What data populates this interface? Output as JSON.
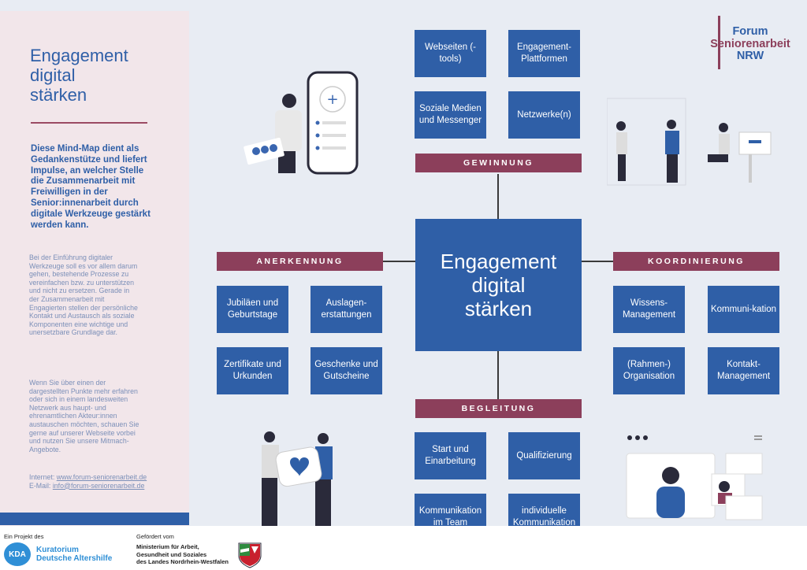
{
  "sidebar": {
    "title_line1": "Engagement",
    "title_line2": "digital",
    "title_line3": "stärken",
    "intro_bold": "Diese Mind-Map dient als Gedankenstütze und liefert Impulse, an welcher Stelle die Zusammenarbeit mit Freiwilligen in der Senior:innenarbeit durch digitale Werkzeuge gestärkt werden kann.",
    "paragraph1": "Bei der Einführung digitaler Werkzeuge soll es vor allem darum gehen, bestehende Prozesse zu vereinfachen bzw. zu unterstützen und nicht zu ersetzen. Gerade in der Zusammenarbeit mit Engagierten stellen der persönliche Kontakt und Austausch als soziale Komponenten eine wichtige und unersetzbare Grundlage dar.",
    "paragraph2": "Wenn Sie über einen der dargestellten Punkte mehr erfahren oder sich in einem landesweiten Netzwerk aus haupt- und ehrenamtlichen Akteur:innen austauschen möchten, schauen Sie gerne auf unserer Webseite vorbei und nutzen Sie unsere Mitmach-Angebote.",
    "internet_label": "Internet: ",
    "internet_link": "www.forum-seniorenarbeit.de",
    "email_label": "E-Mail: ",
    "email_link": "info@forum-seniorenarbeit.de"
  },
  "center": {
    "line1": "Engagement",
    "line2": "digital",
    "line3": "stärken"
  },
  "logo": {
    "line1": "Forum",
    "line2": "Seniorenarbeit",
    "line3": "NRW"
  },
  "gewinnung": {
    "label": "GEWINNUNG",
    "items": [
      "Webseiten (-tools)",
      "Engagement-Plattformen",
      "Soziale Medien und Messenger",
      "Netzwerke(n)"
    ]
  },
  "anerkennung": {
    "label": "ANERKENNUNG",
    "items": [
      "Jubiläen und Geburtstage",
      "Auslagen-erstattungen",
      "Zertifikate und Urkunden",
      "Geschenke und Gutscheine"
    ]
  },
  "koordinierung": {
    "label": "KOORDINIERUNG",
    "items": [
      "Wissens-Management",
      "Kommuni-kation",
      "(Rahmen-) Organisation",
      "Kontakt-Management"
    ]
  },
  "begleitung": {
    "label": "BEGLEITUNG",
    "items": [
      "Start und Einarbeitung",
      "Qualifizierung",
      "Kommunikation im Team",
      "individuelle Kommunikation"
    ]
  },
  "footer": {
    "project_label": "Ein Projekt des",
    "kda_line1": "Kuratorium",
    "kda_line2": "Deutsche Altershilfe",
    "funded_label": "Gefördert vom",
    "ministry_line1": "Ministerium für Arbeit,",
    "ministry_line2": "Gesundheit und Soziales",
    "ministry_line3": "des Landes Nordrhein-Westfalen"
  },
  "colors": {
    "blue": "#2f5fa7",
    "maroon": "#8c3f5b",
    "background": "#e8ecf3",
    "sidebar": "#f2e6ea"
  }
}
